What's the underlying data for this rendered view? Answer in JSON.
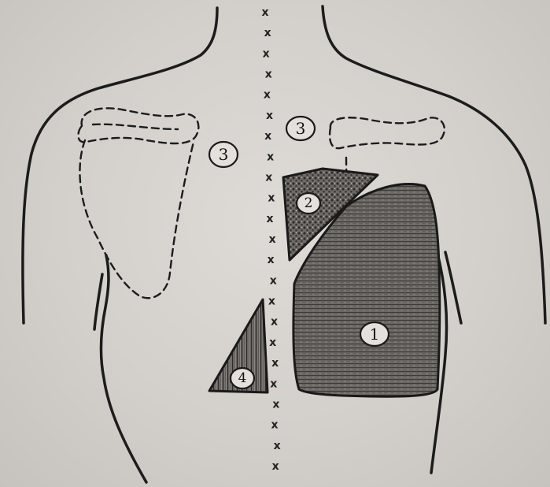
{
  "figure": {
    "spine_marker": "x",
    "labels": {
      "area_1": "1",
      "area_2": "2",
      "area_3_left": "3",
      "area_3_center": "3",
      "area_4": "4"
    }
  },
  "colors": {
    "paper": "#d3d0cb",
    "ink": "#1c1c1c",
    "area_1_fill": "#6f6c68",
    "area_2_fill": "#5a5753",
    "area_4_fill": "#6a6763"
  }
}
